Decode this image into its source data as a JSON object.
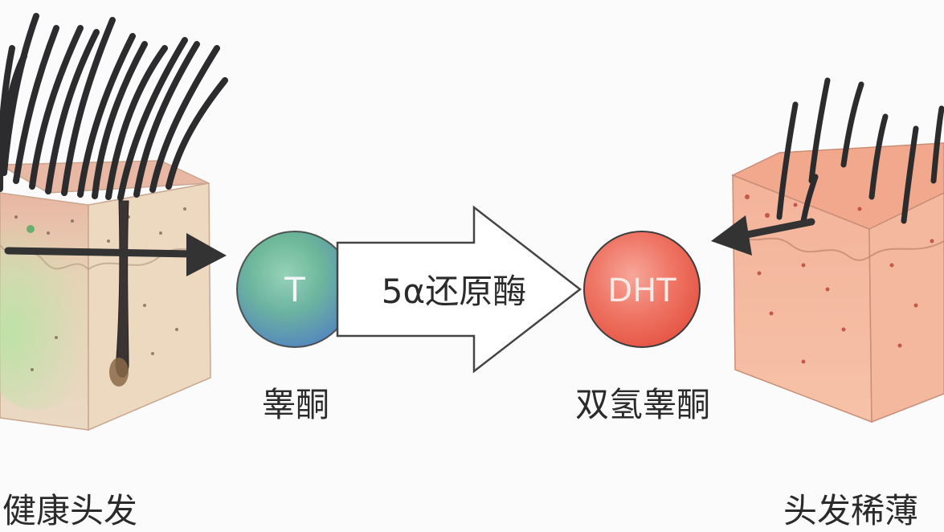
{
  "molecules": {
    "testosterone": {
      "symbol": "T",
      "label": "睾酮"
    },
    "dht": {
      "symbol": "DHT",
      "label": "双氢睾酮"
    }
  },
  "enzyme_label": "5α还原酶",
  "skin_blocks": {
    "healthy": {
      "label": "健康头发"
    },
    "thinning": {
      "label": "头发稀薄"
    }
  },
  "colors": {
    "hair": "#2c2c2e",
    "arrow": "#333333",
    "skin_healthy": "#ecd2b8",
    "skin_thinning": "#f4b79a",
    "ball_t_top": "#6fc46a",
    "ball_t_bottom": "#5a8fc9",
    "ball_dht": "#ee6b58"
  }
}
